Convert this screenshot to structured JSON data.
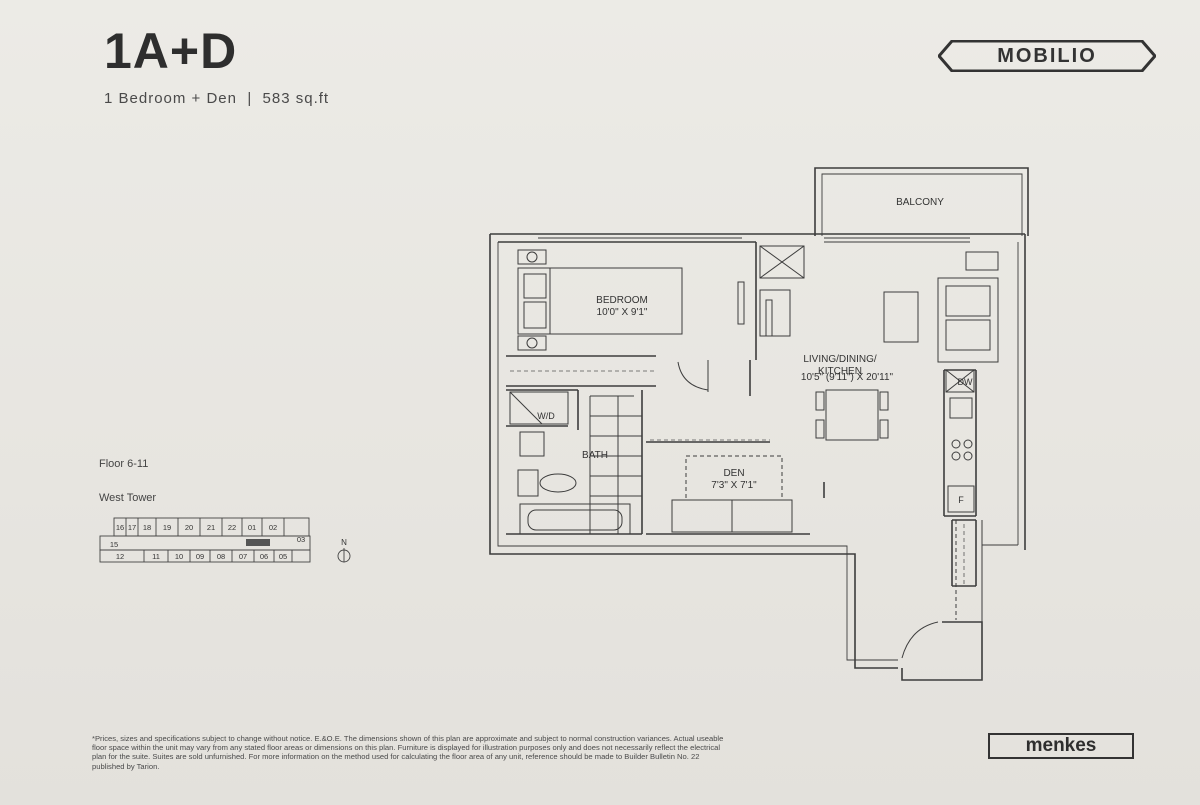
{
  "header": {
    "unit_name": "1A+D",
    "subtitle": "1 Bedroom + Den  |  583 sq.ft"
  },
  "brand": {
    "logo": "MOBILIO",
    "builder": "menkes"
  },
  "keyplan": {
    "floor": "Floor 6-11",
    "tower": "West Tower",
    "north": "N",
    "top_units": [
      "16",
      "17",
      "18",
      "19",
      "20",
      "21",
      "22",
      "01",
      "02"
    ],
    "mid_units": [
      "15",
      "03"
    ],
    "bottom_units": [
      "12",
      "11",
      "10",
      "09",
      "08",
      "07",
      "06",
      "05"
    ]
  },
  "rooms": {
    "balcony": "BALCONY",
    "bedroom_name": "BEDROOM",
    "bedroom_dims": "10'0\" X 9'1\"",
    "living_name": "LIVING/DINING/\nKITCHEN",
    "living_dims": "10'5\" (9'11\") X 20'11\"",
    "bath": "BATH",
    "washer_dryer": "W/D",
    "den_name": "DEN",
    "den_dims": "7'3\" X 7'1\"",
    "dishwasher": "DW",
    "fridge": "F"
  },
  "disclaimer": "*Prices, sizes and specifications subject to change without notice. E.&O.E. The dimensions shown of this plan are approximate and subject to normal construction variances. Actual useable floor space within the unit may vary from any stated floor areas or dimensions on this plan. Furniture is displayed for illustration purposes only and does not necessarily reflect the electrical plan for the suite. Suites are sold unfurnished. For more information on the method used for calculating the floor area of any unit, reference should be made to Builder Bulletin No. 22 published by Tarion.",
  "colors": {
    "paper": "#e9e7e2",
    "ink": "#3a3a3a"
  }
}
